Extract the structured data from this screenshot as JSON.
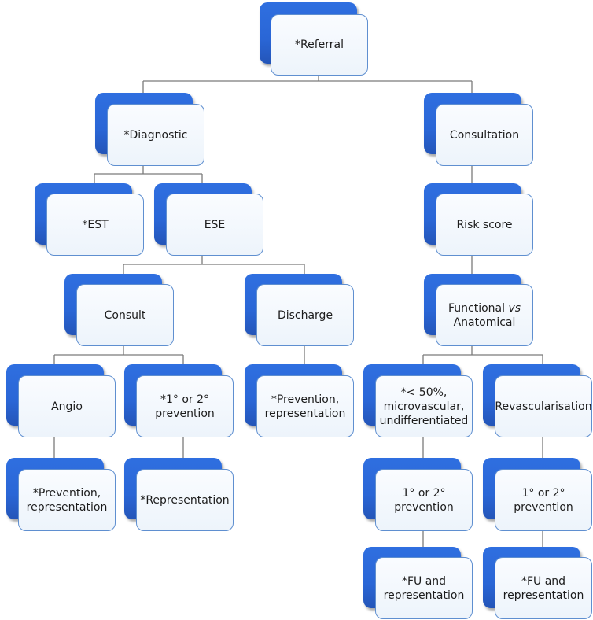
{
  "diagram": {
    "nodes": {
      "referral": [
        "*Referral"
      ],
      "diagnostic": [
        "*Diagnostic"
      ],
      "consultation": [
        "Consultation"
      ],
      "est": [
        "*EST"
      ],
      "ese": [
        "ESE"
      ],
      "risk_score": [
        "Risk score"
      ],
      "consult": [
        "Consult"
      ],
      "discharge": [
        "Discharge"
      ],
      "functional": {
        "before": "Functional ",
        "italic": "vs",
        "after": "Anatomical"
      },
      "angio": [
        "Angio"
      ],
      "prevention_12_left": [
        "*1° or 2°",
        "prevention"
      ],
      "discharge_prevention": [
        "*Prevention,",
        "representation"
      ],
      "lt50": [
        "*< 50%,",
        "microvascular,",
        "undifferentiated"
      ],
      "revascularisation": [
        "Revascularisation"
      ],
      "angio_prevention": [
        "*Prevention,",
        "representation"
      ],
      "representation": [
        "*Representation"
      ],
      "lt50_prevention": [
        "1° or 2°",
        "prevention"
      ],
      "revasc_prevention": [
        "1° or 2°",
        "prevention"
      ],
      "lt50_fu": [
        "*FU and",
        "representation"
      ],
      "revasc_fu": [
        "*FU and",
        "representation"
      ]
    }
  }
}
